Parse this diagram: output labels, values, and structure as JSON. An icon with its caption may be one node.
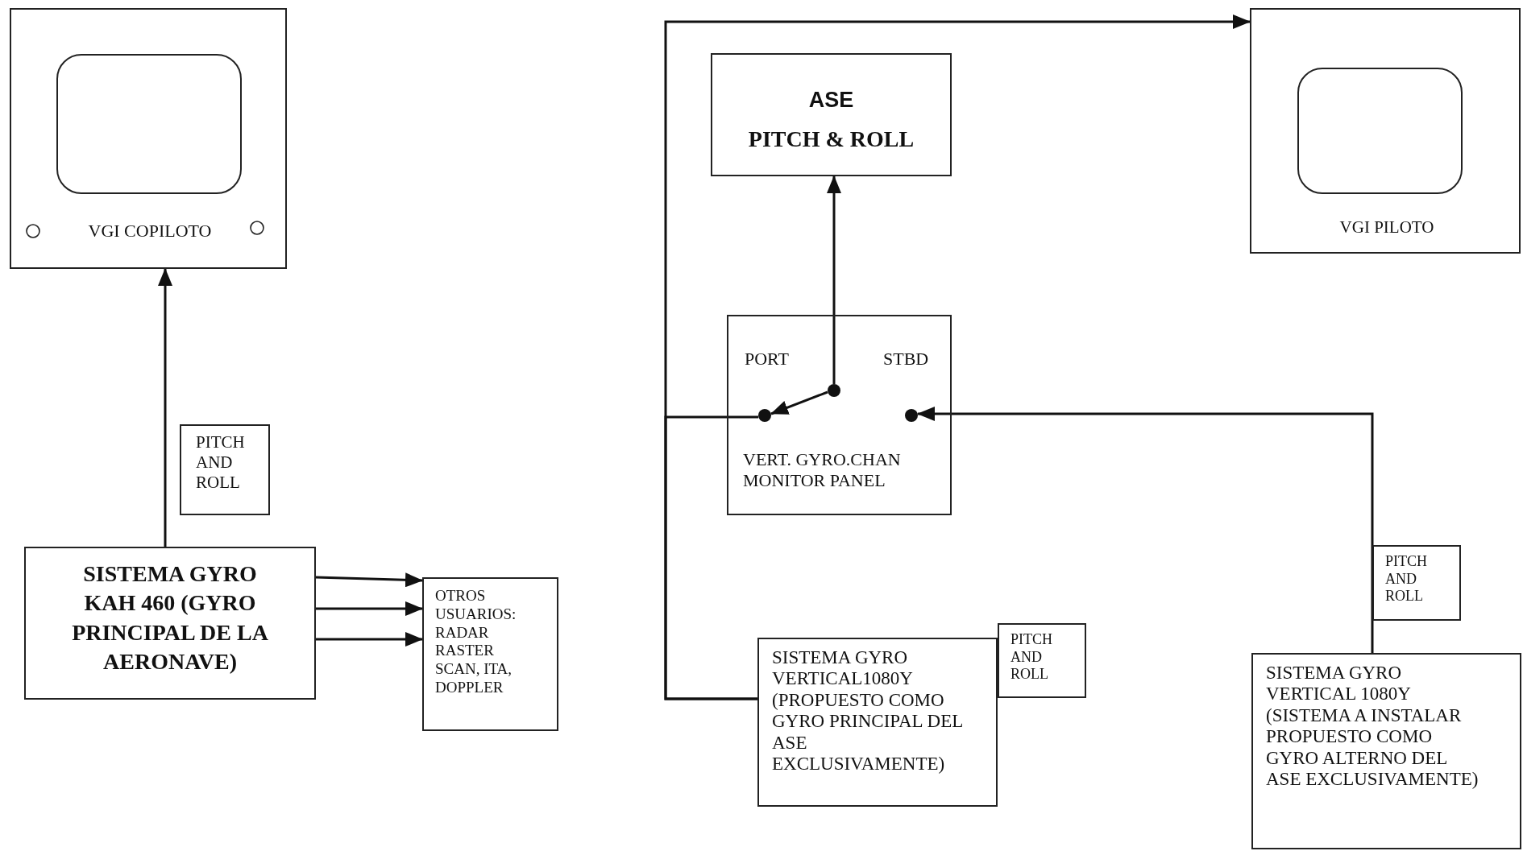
{
  "diagram": {
    "nodes": [
      {
        "text": [
          "VGI COPILOTO"
        ]
      },
      {
        "text": [
          "ASE",
          "PITCH & ROLL"
        ]
      },
      {
        "text": [
          "VGI PILOTO"
        ]
      },
      {
        "text": [
          "PORT",
          "STBD",
          "VERT. GYRO.CHAN MONITOR PANEL"
        ]
      },
      {
        "text": [],
        "shape": "circle",
        "in": 3
      },
      {
        "text": [],
        "shape": "circle",
        "in": 3
      },
      {
        "text": [],
        "shape": "circle",
        "in": 3
      },
      {
        "text": [
          "PITCH AND ROLL"
        ]
      },
      {
        "text": [
          "SISTEMA GYRO KAH 460 (GYRO PRINCIPAL DE LA AERONAVE)"
        ]
      },
      {
        "text": [
          "OTROS USUARIOS: RADAR RASTER SCAN, ITA, DOPPLER"
        ]
      },
      {
        "text": [
          "PITCH AND ROLL"
        ]
      },
      {
        "text": [
          "SISTEMA GYRO VERTICAL1080Y (PROPUESTO COMO GYRO PRINCIPAL DEL ASE EXCLUSIVAMENTE)"
        ]
      },
      {
        "text": [
          "PITCH AND ROLL"
        ]
      },
      {
        "text": [
          "SISTEMA GYRO VERTICAL 1080Y (SISTEMA A INSTALAR PROPUESTO COMO GYRO ALTERNO DEL ASE EXCLUSIVAMENTE)"
        ]
      }
    ],
    "edges": [
      {
        "from": 8,
        "to": 0,
        "arrow": "to"
      },
      {
        "from": 8,
        "to": 9,
        "arrow": "to"
      },
      {
        "from": 8,
        "to": 9,
        "arrow": "to"
      },
      {
        "from": 8,
        "to": 9,
        "arrow": "to"
      },
      {
        "from": 5,
        "to": 1,
        "arrow": "to"
      },
      {
        "from": 5,
        "to": 4,
        "arrow": "to"
      },
      {
        "from": 11,
        "to": 2,
        "arrow": "to"
      },
      {
        "from": 11,
        "to": 4,
        "arrow": "none"
      },
      {
        "from": 13,
        "to": 6,
        "arrow": "to"
      }
    ]
  }
}
